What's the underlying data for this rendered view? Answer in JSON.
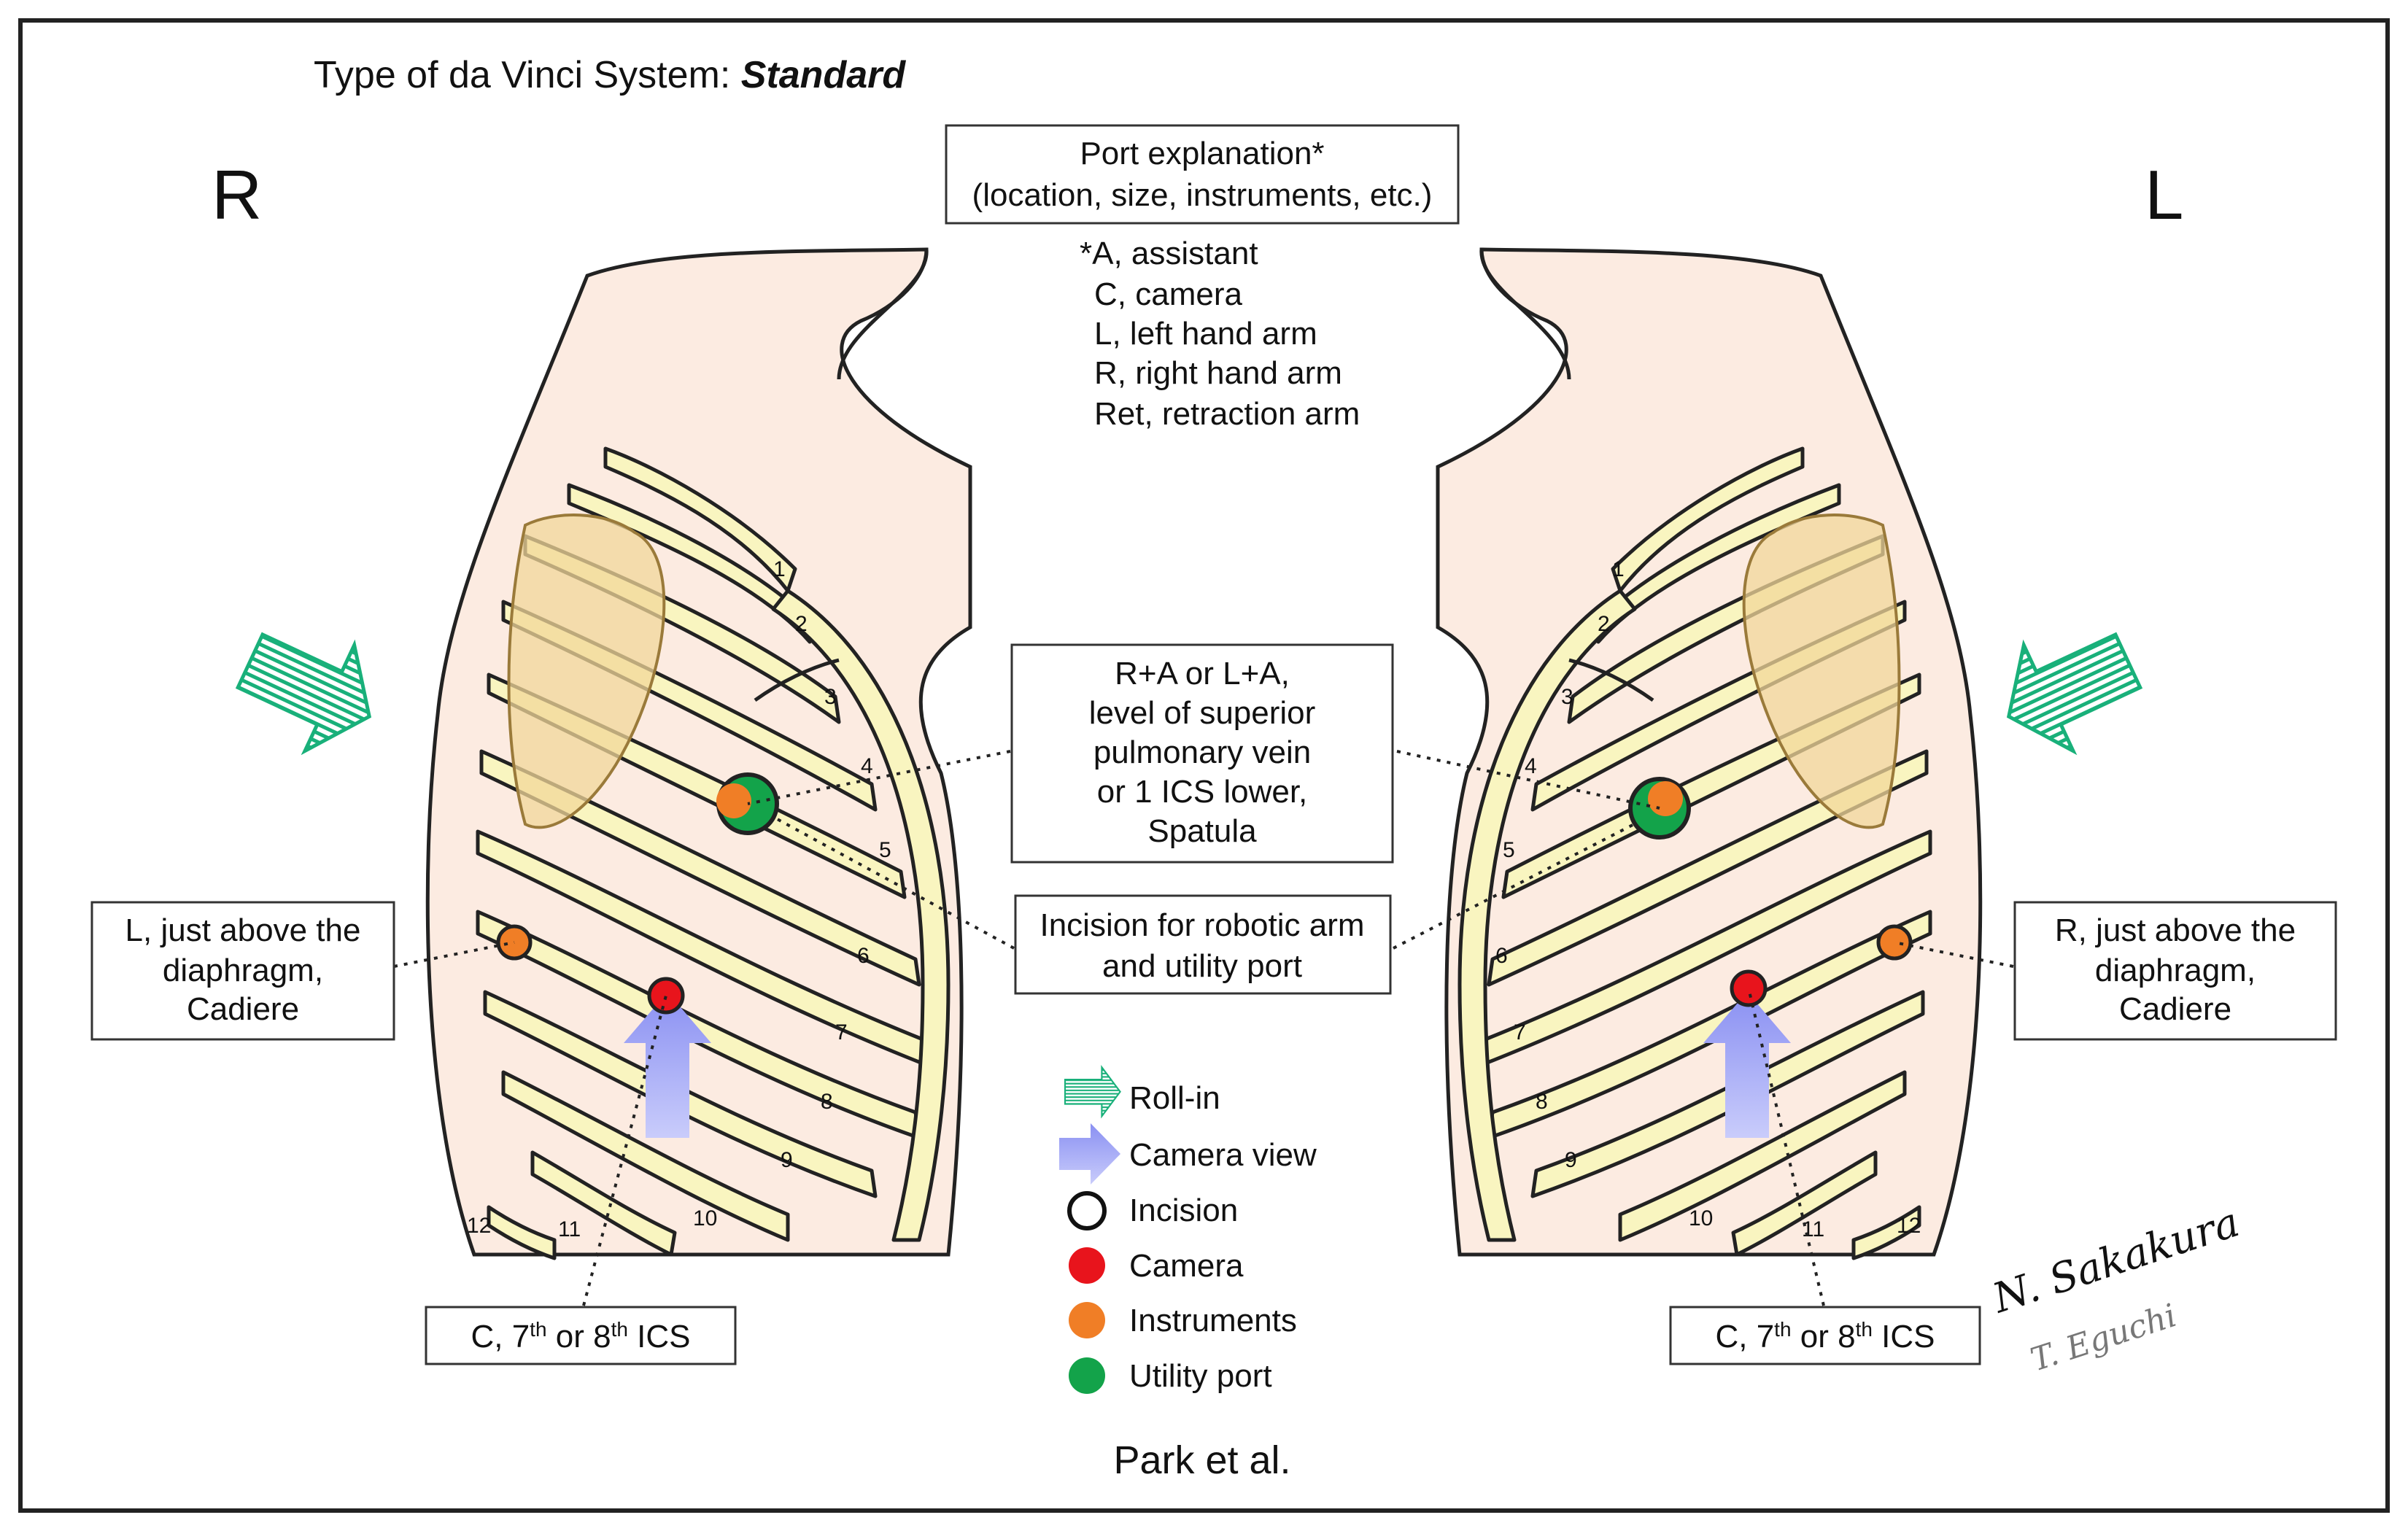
{
  "header": {
    "title_prefix": "Type of da Vinci System: ",
    "title_value": "Standard"
  },
  "sides": {
    "right": "R",
    "left": "L"
  },
  "port_explanation": {
    "title": "Port explanation*",
    "subtitle": "(location, size, instruments, etc.)",
    "key": [
      "*A, assistant",
      "C, camera",
      "L, left hand arm",
      "R, right hand arm",
      "Ret, retraction arm"
    ]
  },
  "callouts": {
    "ra_la": [
      "R+A or L+A,",
      "level of superior",
      "pulmonary vein",
      "or 1 ICS lower,",
      "Spatula"
    ],
    "incision": [
      "Incision for robotic arm",
      "and utility port"
    ],
    "left_arm": [
      "L, just above the",
      "diaphragm,",
      "Cadiere"
    ],
    "right_arm": [
      "R, just above the",
      "diaphragm,",
      "Cadiere"
    ],
    "camera_left": {
      "prefix": "C, 7",
      "sup1": "th",
      "mid": " or 8",
      "sup2": "th",
      "suffix": " ICS"
    },
    "camera_right": {
      "prefix": "C, 7",
      "sup1": "th",
      "mid": " or 8",
      "sup2": "th",
      "suffix": " ICS"
    }
  },
  "rib_numbers": [
    "1",
    "2",
    "3",
    "4",
    "5",
    "6",
    "7",
    "8",
    "9",
    "10",
    "11",
    "12"
  ],
  "legend": [
    {
      "label": "Roll-in",
      "icon": "striped-arrow-icon"
    },
    {
      "label": "Camera view",
      "icon": "purple-arrow-icon"
    },
    {
      "label": "Incision",
      "icon": "circle-outline-icon"
    },
    {
      "label": "Camera",
      "icon": "red-dot-icon"
    },
    {
      "label": "Instruments",
      "icon": "orange-dot-icon"
    },
    {
      "label": "Utility port",
      "icon": "green-dot-icon"
    }
  ],
  "colors": {
    "camera": "#e8141c",
    "instruments": "#f07e26",
    "utility": "#13a34a",
    "roll_in": "#19b07a",
    "camera_view": "#9aa0f5",
    "body": "#fcebe1",
    "rib": "#f9f5c0"
  },
  "citation": "Park et al.",
  "signature": [
    "N. Sakakura",
    "T. Eguchi"
  ]
}
